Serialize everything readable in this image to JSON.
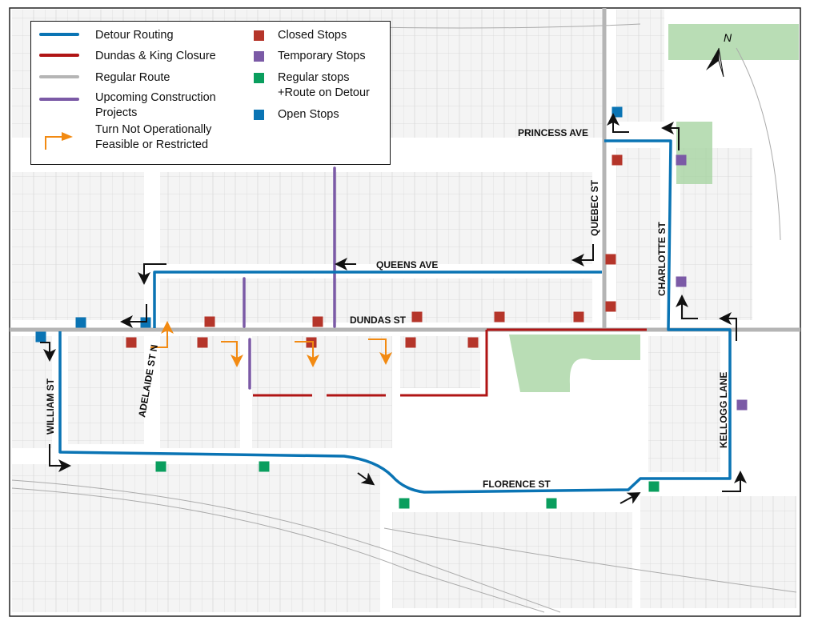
{
  "legend": {
    "items": [
      {
        "label": "Detour Routing",
        "color": "#0a74b4"
      },
      {
        "label": "Dundas & King Closure",
        "color": "#b01515"
      },
      {
        "label": "Regular Route",
        "color": "#b5b5b5"
      },
      {
        "label": "Upcoming Construction Projects",
        "color": "#7b5aa6"
      },
      {
        "label": "Turn Not Operationally Feasible or Restricted",
        "color": "#f28a12"
      }
    ],
    "stops": [
      {
        "label": "Closed Stops",
        "color": "#b5352a"
      },
      {
        "label": "Temporary Stops",
        "color": "#7b5aa6"
      },
      {
        "label": "Regular stops +Route on Detour",
        "color": "#0a9e5e"
      },
      {
        "label": "Open Stops",
        "color": "#0a74b4"
      }
    ]
  },
  "streets": {
    "princess": "PRINCESS AVE",
    "queens": "QUEENS AVE",
    "dundas": "DUNDAS ST",
    "florence": "FLORENCE ST",
    "quebec": "QUEBEC ST",
    "charlotte": "CHARLOTTE ST",
    "william": "WILLIAM ST",
    "adelaide": "ADELAIDE ST N",
    "kellogg": "KELLOGG LANE"
  },
  "north_label": "N"
}
